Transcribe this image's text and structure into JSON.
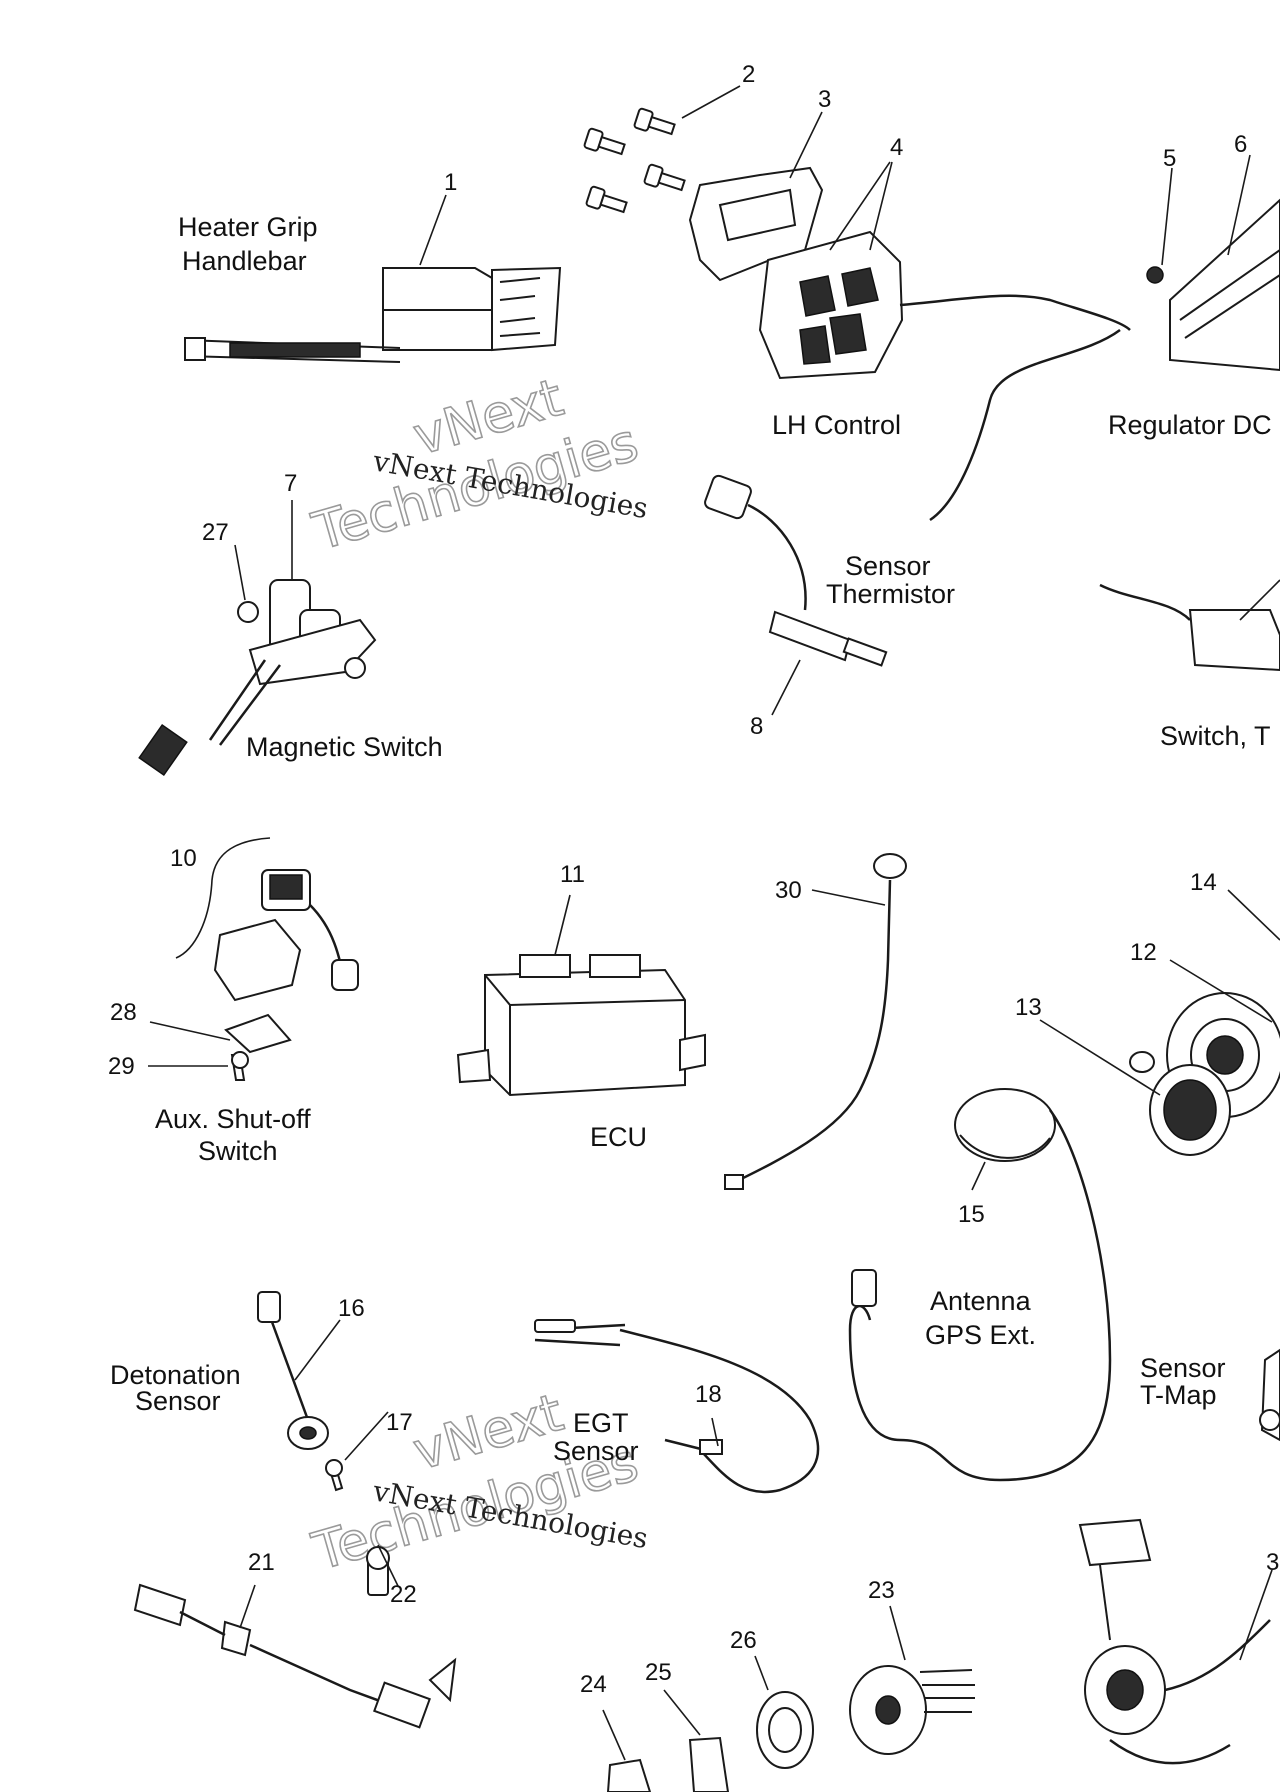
{
  "callouts": {
    "n1": "1",
    "n2": "2",
    "n3": "3",
    "n4": "4",
    "n5": "5",
    "n6": "6",
    "n7": "7",
    "n8": "8",
    "n10": "10",
    "n11": "11",
    "n12": "12",
    "n13": "13",
    "n14": "14",
    "n15": "15",
    "n16": "16",
    "n17": "17",
    "n18": "18",
    "n21": "21",
    "n22": "22",
    "n23": "23",
    "n24": "24",
    "n25": "25",
    "n26": "26",
    "n27": "27",
    "n28": "28",
    "n29": "29",
    "n30": "30",
    "n3_right": "3"
  },
  "labels": {
    "heater_grip_l1": "Heater Grip",
    "heater_grip_l2": "Handlebar",
    "lh_control": "LH Control",
    "regulator": "Regulator DC",
    "sensor_thermistor_l1": "Sensor",
    "sensor_thermistor_l2": "Thermistor",
    "magnetic_switch": "Magnetic Switch",
    "switch_t": "Switch, T",
    "aux_shutoff_l1": "Aux. Shut-off",
    "aux_shutoff_l2": "Switch",
    "ecu": "ECU",
    "antenna_l1": "Antenna",
    "antenna_l2": "GPS Ext.",
    "sensor_tmap_l1": "Sensor",
    "sensor_tmap_l2": "T-Map",
    "detonation_l1": "Detonation",
    "detonation_l2": "Sensor",
    "egt_l1": "EGT",
    "egt_l2": "Sensor"
  },
  "watermarks": {
    "top_serif": "vNext Technologies",
    "top_outline_1": "vNext",
    "top_outline_2": "Technologies",
    "bottom_serif": "vNext Technologies",
    "bottom_outline_1": "vNext",
    "bottom_outline_2": "Technologies"
  }
}
